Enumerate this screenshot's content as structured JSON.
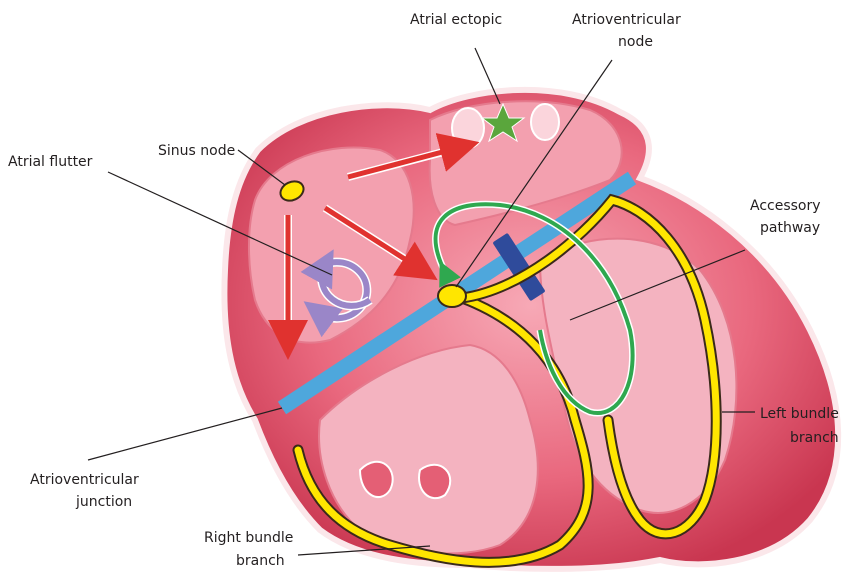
{
  "labels": {
    "atrial_ectopic": "Atrial ectopic",
    "av_node_line1": "Atrioventricular",
    "av_node_line2": "node",
    "sinus_node": "Sinus node",
    "atrial_flutter": "Atrial flutter",
    "accessory_line1": "Accessory",
    "accessory_line2": "pathway",
    "left_bundle_line1": "Left bundle",
    "left_bundle_line2": "branch",
    "av_junction_line1": "Atrioventricular",
    "av_junction_line2": "junction",
    "right_bundle_line1": "Right bundle",
    "right_bundle_line2": "branch"
  },
  "colors": {
    "heart_outer": "#d9475e",
    "heart_inner": "#f08a9b",
    "chamber": "#f6b3bf",
    "conduction_yellow": "#ffe600",
    "junction_band": "#4ea7dc",
    "accessory_block": "#2f4b9b",
    "flutter_purple": "#9a86c8",
    "arrow_red": "#e0322f",
    "pathway_green": "#2fa84f",
    "ectopic_star": "#5aa63c"
  }
}
